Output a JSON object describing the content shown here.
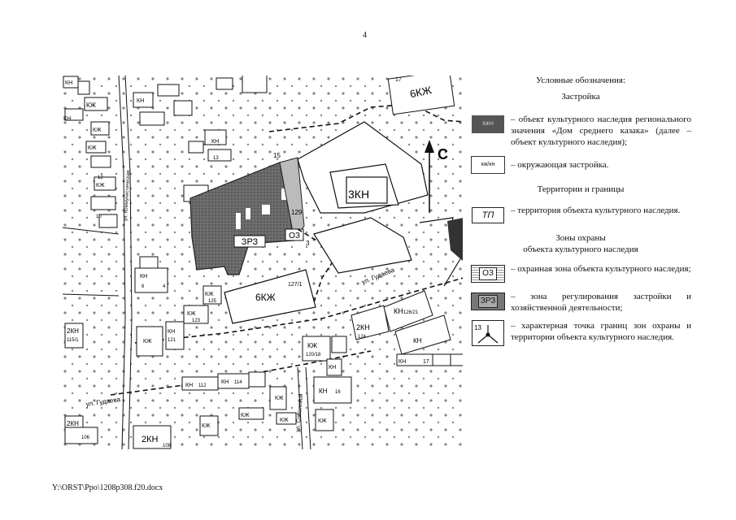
{
  "page_number": "4",
  "footer_path": "Y:\\ORST\\Ppo\\1208p308.f20.docx",
  "map": {
    "labels": {
      "6kzh_top": "6КЖ",
      "c": "С",
      "3kn": "3КН",
      "zrz": "ЗРЗ",
      "oz": "ОЗ",
      "pt15": "15",
      "pt3": "3",
      "n129": "129",
      "n17": "17",
      "6kzh_mid": "6КЖ",
      "n127": "127/1",
      "ul_gudaeva_right": "ул. Гудаева",
      "ul_gudaeva_left": "ул. Гудаева",
      "ul_sobolevoy": "ул. Соболевой",
      "ul_kommunist": "ул. Коммунистическая",
      "2kn_124": "2КН",
      "n124": "124",
      "kn_126": "КН",
      "n126": "126/21",
      "kn_a": "КН",
      "kzh_120": "КЖ",
      "n120": "120/18",
      "2kn_115": "2КН",
      "n115": "115/1",
      "kn_112": "КН",
      "n112": "112",
      "kn_114": "КН",
      "n114": "114",
      "2kn_106": "2КН",
      "n106": "106",
      "2kn_108": "2КН",
      "n108": "108",
      "kn_16": "КН",
      "n16": "16",
      "kn_17": "КН",
      "n17b": "17",
      "kzh_a": "КЖ",
      "kzh_b": "КЖ",
      "kzh_c": "КЖ",
      "kzh_d": "КЖ",
      "kzh_e": "КЖ",
      "kzh_f": "КЖ",
      "kzh_g": "КЖ",
      "kzh_h": "КЖ",
      "kzh_i": "КЖ",
      "kzh_j": "КЖ",
      "kzh_k": "КЖ",
      "kzh_l": "КЖ",
      "kn_b": "КН",
      "kn_c": "КН",
      "kn_d": "КН",
      "kn_e": "КН",
      "kn_f": "КН",
      "kn_g": "КН",
      "kn_h": "КН",
      "n125": "125",
      "n123": "123",
      "n121": "121",
      "n4": "4",
      "n6": "6",
      "n10": "10",
      "n12": "12",
      "n13": "13"
    }
  },
  "legend": {
    "title": "Условные обозначения:",
    "section_buildings": "Застройка",
    "item_heritage_symbol": "КЖН",
    "item_heritage": "– объект культурного наследия регионального значения «Дом среднего казака» (далее – объект культурного наследия);",
    "item_surrounding_symbol": "кж/кн",
    "item_surrounding": "– окружающая застройка.",
    "section_territories": "Территории и границы",
    "item_tp_symbol": "ТП",
    "item_tp": "– территория объекта культурного наследия.",
    "section_zones_1": "Зоны охраны",
    "section_zones_2": "объекта культурного наследия",
    "item_oz_symbol": "ОЗ",
    "item_oz": "– охранная зона объекта культурного наследия;",
    "item_zrz_symbol": "ЗРЗ",
    "item_zrz": "– зона регулирования застройки и хозяйственной деятельности;",
    "item_point_symbol": "13",
    "item_point": "– характерная точка границ зон охраны и территории объекта культурного наследия."
  }
}
